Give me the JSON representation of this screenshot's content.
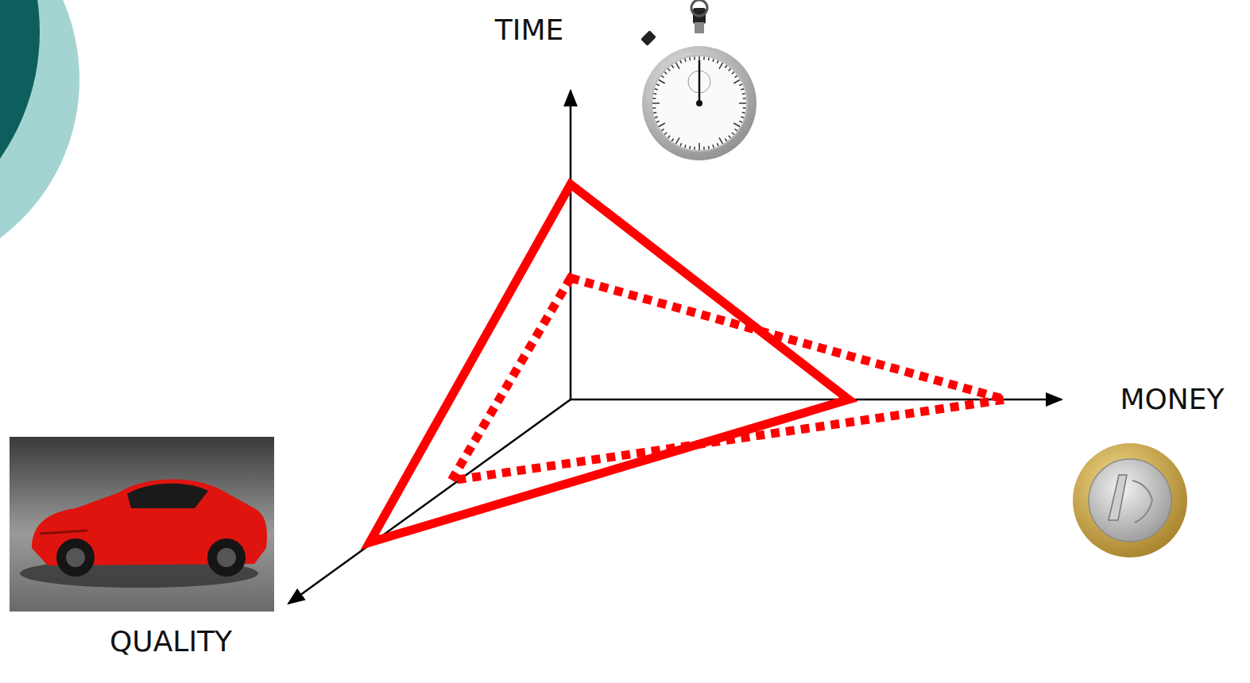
{
  "diagram": {
    "labels": [
      "TIME",
      "MONEY",
      "QUALITY"
    ]
  }
}
